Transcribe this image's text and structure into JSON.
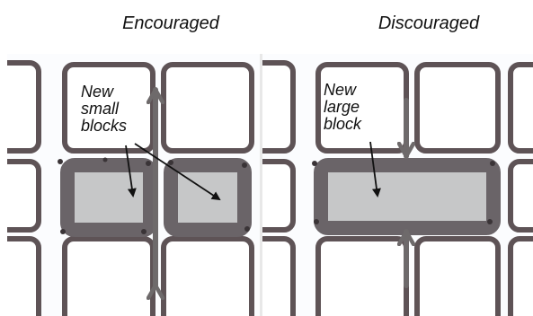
{
  "panels": {
    "left": {
      "heading": "Encouraged",
      "label_lines": [
        "New",
        "small",
        "blocks"
      ]
    },
    "right": {
      "heading": "Discouraged",
      "label_lines": [
        "New",
        "large",
        "block"
      ]
    }
  },
  "colors": {
    "panel_background": "#fbfcfe",
    "block_outline": "#5e5356",
    "block_fill": "#ffffff",
    "new_block_border": "#6a6468",
    "new_block_fill": "#c6c7c8",
    "arrow": "#6e6a6b",
    "pointer": "#111111"
  }
}
